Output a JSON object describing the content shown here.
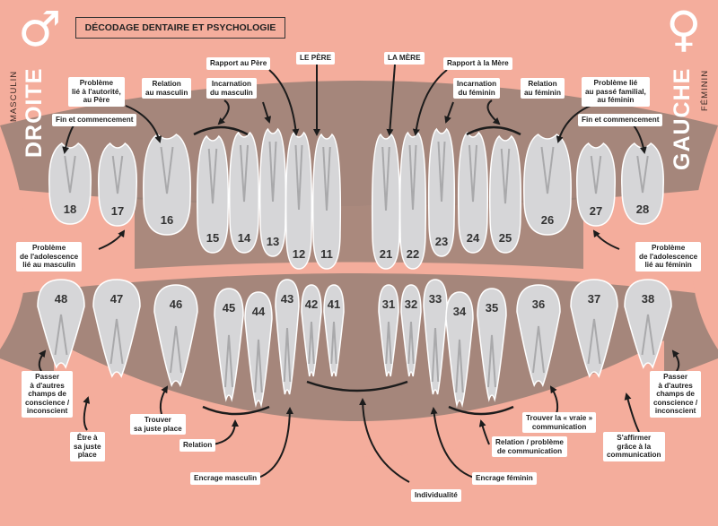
{
  "title": "DÉCODAGE DENTAIRE ET PSYCHOLOGIE",
  "left_side": {
    "symbol": "♂",
    "label": "DROITE",
    "sublabel": "MASCULIN"
  },
  "right_side": {
    "symbol": "♀",
    "label": "GAUCHE",
    "sublabel": "FÉMININ"
  },
  "upper_teeth": [
    "18",
    "17",
    "16",
    "15",
    "14",
    "13",
    "12",
    "11",
    "21",
    "22",
    "23",
    "24",
    "25",
    "26",
    "27",
    "28"
  ],
  "lower_teeth": [
    "48",
    "47",
    "46",
    "45",
    "44",
    "43",
    "42",
    "41",
    "31",
    "32",
    "33",
    "34",
    "35",
    "36",
    "37",
    "38"
  ],
  "labels": {
    "le_pere": "LE PÈRE",
    "la_mere": "LA MÈRE",
    "rapport_pere": "Rapport au Père",
    "rapport_mere": "Rapport à la Mère",
    "relation_masculin": "Relation\nau masculin",
    "incarnation_masculin": "Incarnation\ndu masculin",
    "incarnation_feminin": "Incarnation\ndu féminin",
    "relation_feminin": "Relation\nau féminin",
    "probleme_autorite": "Problème\nlié à l'autorité,\nau Père",
    "probleme_familial": "Problème lié\nau passé familial,\nau féminin",
    "fin_commencement_l": "Fin et commencement",
    "fin_commencement_r": "Fin et commencement",
    "adolescence_masculin": "Problème\nde l'adolescence\nlié au masculin",
    "adolescence_feminin": "Problème\nde l'adolescence\nlié au féminin",
    "passer_l": "Passer\nà d'autres\nchamps de\nconscience /\ninconscient",
    "passer_r": "Passer\nà d'autres\nchamps de\nconscience /\ninconscient",
    "etre_juste_place": "Être à\nsa juste\nplace",
    "trouver_juste_place": "Trouver\nsa juste place",
    "relation": "Relation",
    "encrage_masculin": "Encrage masculin",
    "individualite": "Individualité",
    "encrage_feminin": "Encrage féminin",
    "relation_probleme": "Relation / problème\nde communication",
    "trouver_vraie_place": "Trouver la « vraie »\ncommunication",
    "affirmer": "S'affirmer\ngrâce à la\ncommunication"
  },
  "colors": {
    "background": "#f4ad9c",
    "gum": "#977f76",
    "tooth": "#d6d6d8",
    "pulp": "#a9a9ab",
    "ink": "#1c1c1c"
  }
}
